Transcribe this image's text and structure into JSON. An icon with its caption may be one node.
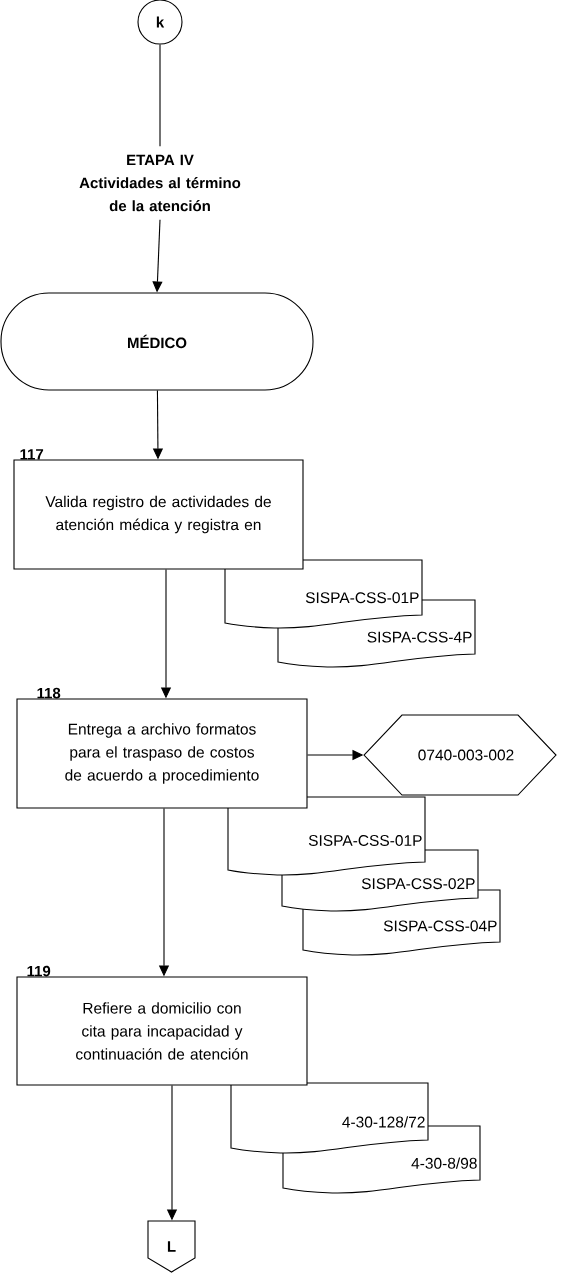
{
  "diagram": {
    "nodes": [
      {
        "text": [
          "k"
        ]
      },
      {
        "text": [
          "ETAPA IV",
          "Actividades al término de la atención"
        ]
      },
      {
        "text": [
          "MÉDICO"
        ]
      },
      {
        "text": [
          "Valida registro de actividades de atención médica y registra en"
        ],
        "beside": [
          "117"
        ]
      },
      {
        "text": [
          "SISPA-CSS-01P"
        ]
      },
      {
        "text": [
          "SISPA-CSS-4P"
        ]
      },
      {
        "text": [
          "Entrega a archivo formatos para el traspaso de costos de acuerdo a procedimiento"
        ],
        "beside": [
          "118"
        ]
      },
      {
        "text": [
          "0740-003-002"
        ]
      },
      {
        "text": [
          "SISPA-CSS-01P"
        ]
      },
      {
        "text": [
          "SISPA-CSS-02P"
        ]
      },
      {
        "text": [
          "SISPA-CSS-04P"
        ]
      },
      {
        "text": [
          "Refiere a domicilio con cita para incapacidad y continuación de atención"
        ],
        "beside": [
          "119"
        ]
      },
      {
        "text": [
          "4-30-128/72"
        ]
      },
      {
        "text": [
          "4-30-8/98"
        ]
      },
      {
        "text": [
          "L"
        ]
      }
    ],
    "edges": [
      {
        "from": 0,
        "to": 1,
        "arrow": "none"
      },
      {
        "from": 1,
        "to": 2,
        "arrow": "to"
      },
      {
        "from": 2,
        "to": 3,
        "arrow": "to"
      },
      {
        "from": 3,
        "to": 6,
        "arrow": "to"
      },
      {
        "from": 6,
        "to": 7,
        "arrow": "to"
      },
      {
        "from": 6,
        "to": 11,
        "arrow": "to"
      },
      {
        "from": 11,
        "to": 14,
        "arrow": "to"
      }
    ]
  }
}
